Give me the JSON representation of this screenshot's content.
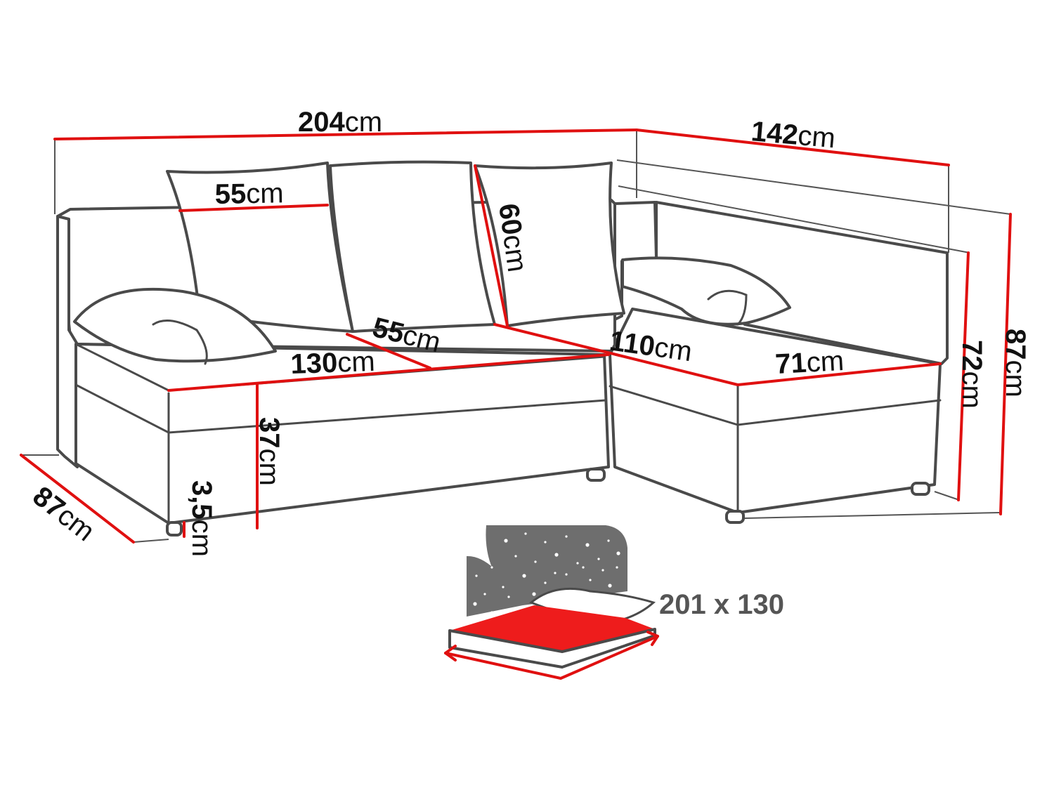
{
  "colors": {
    "dimension_line": "#e01010",
    "outline": "#4a4a4a",
    "bed_surface": "#ee1c1c",
    "night_panel": "#6e6e6e",
    "bed_label": "#555555"
  },
  "dimensions": {
    "total_width": {
      "value": "204",
      "unit": "cm"
    },
    "chaise_length": {
      "value": "142",
      "unit": "cm"
    },
    "cushion_width": {
      "value": "55",
      "unit": "cm"
    },
    "cushion_height": {
      "value": "60",
      "unit": "cm"
    },
    "seat_depth": {
      "value": "55",
      "unit": "cm"
    },
    "seat_width": {
      "value": "130",
      "unit": "cm"
    },
    "chaise_seat_length": {
      "value": "110",
      "unit": "cm"
    },
    "chaise_seat_width": {
      "value": "71",
      "unit": "cm"
    },
    "seat_height": {
      "value": "37",
      "unit": "cm"
    },
    "leg_height": {
      "value": "3,5",
      "unit": "cm"
    },
    "depth": {
      "value": "87",
      "unit": "cm"
    },
    "back_height_inner": {
      "value": "72",
      "unit": "cm"
    },
    "back_height_total": {
      "value": "87",
      "unit": "cm"
    }
  },
  "sleeping_area": {
    "label": "201 x 130",
    "icons": [
      "night-sky-icon",
      "pillow-icon",
      "bed-mattress-icon"
    ]
  }
}
